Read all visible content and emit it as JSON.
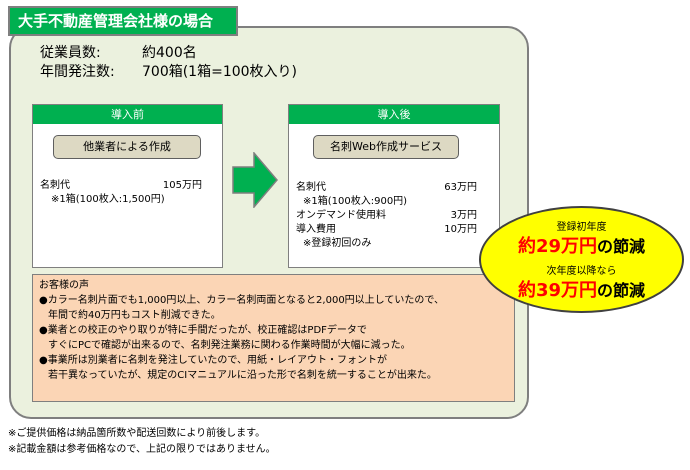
{
  "title": "大手不動産管理会社様の場合",
  "stats": {
    "employees_label": "従業員数:",
    "employees_value": "約400名",
    "orders_label": "年間発注数:",
    "orders_value": "700箱(1箱=100枚入り)"
  },
  "before": {
    "header": "導入前",
    "method": "他業者による作成",
    "cost_label": "名刺代",
    "cost_value": "105万円",
    "cost_note": "※1箱(100枚入:1,500円)"
  },
  "after": {
    "header": "導入後",
    "method": "名刺Web作成サービス",
    "cost_label": "名刺代",
    "cost_value": "63万円",
    "cost_note": "※1箱(100枚入:900円)",
    "ondemand_label": "オンデマンド使用料",
    "ondemand_value": "3万円",
    "intro_label": "導入費用",
    "intro_value": "10万円",
    "intro_note": "※登録初回のみ"
  },
  "savings": {
    "first_year_label": "登録初年度",
    "first_year_amount": "約29万円",
    "first_year_suffix": "の節減",
    "next_year_label": "次年度以降なら",
    "next_year_amount": "約39万円",
    "next_year_suffix": "の節減"
  },
  "voice": {
    "heading": "お客様の声",
    "lines": [
      "●カラー名刺片面でも1,000円以上、カラー名刺両面となると2,000円以上していたので、",
      "年間で約40万円もコスト削減できた。",
      "●業者との校正のやり取りが特に手間だったが、校正確認はPDFデータで",
      "すぐにPCで確認が出来るので、名刺発注業務に関わる作業時間が大幅に減った。",
      "●事業所は別業者に名刺を発注していたので、用紙・レイアウト・フォントが",
      "若干異なっていたが、規定のCIマニュアルに沿った形で名刺を統一することが出来た。"
    ]
  },
  "notes": [
    "※ご提供価格は納品箇所数や配送回数により前後します。",
    "※記載金額は参考価格なので、上記の限りではありません。"
  ],
  "colors": {
    "accent_green": "#00b050",
    "panel_bg": "#ebf1de",
    "voice_bg": "#fbd5b5",
    "highlight_yellow": "#ffff00",
    "savings_red": "#ff0000"
  }
}
